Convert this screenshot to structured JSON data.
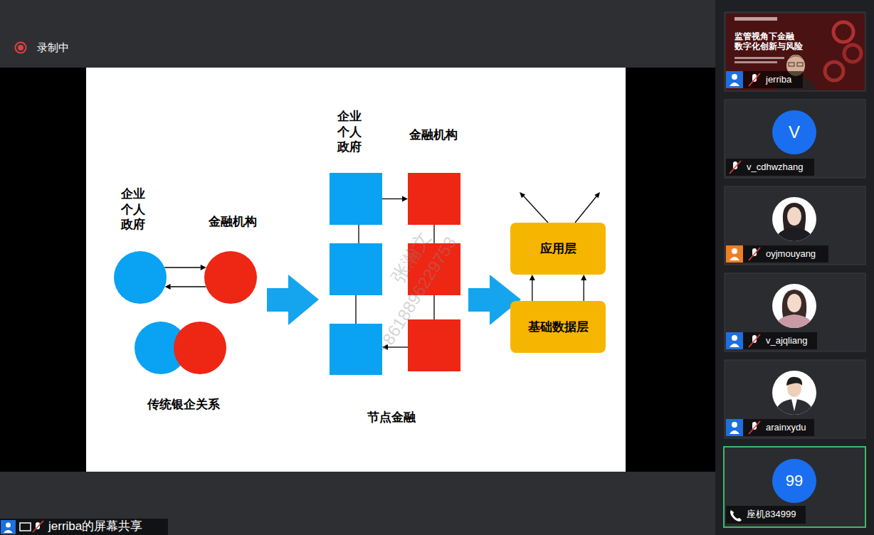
{
  "diagram": {
    "nodes": [
      {
        "text": [
          "企业 个人 政府"
        ]
      },
      {
        "text": [
          "金融机构"
        ]
      },
      {
        "text": [
          "企业 个人 政府"
        ]
      },
      {
        "text": [
          "金融机构"
        ]
      },
      {
        "text": [
          "应用层"
        ]
      },
      {
        "text": [
          "基础数据层"
        ]
      }
    ],
    "edges": [
      {
        "from": 0,
        "to": 1,
        "arrow": "to"
      },
      {
        "from": 1,
        "to": 0,
        "arrow": "to"
      },
      {
        "from": 2,
        "to": 3,
        "arrow": "to"
      },
      {
        "from": 5,
        "to": 4,
        "arrow": "to"
      },
      {
        "from": 5,
        "to": 4,
        "arrow": "to"
      }
    ],
    "labels": [
      "传统银企关系",
      "节点金融",
      "张瀚文",
      "+8618896229753",
      "录制中",
      "jerriba的屏幕共享",
      "监管视角下金融 数字化创新与风险",
      "jerriba",
      "V",
      "v_cdhwzhang",
      "oyjmouyang",
      "v_ajqliang",
      "arainxydu",
      "99",
      "座机834999"
    ]
  }
}
